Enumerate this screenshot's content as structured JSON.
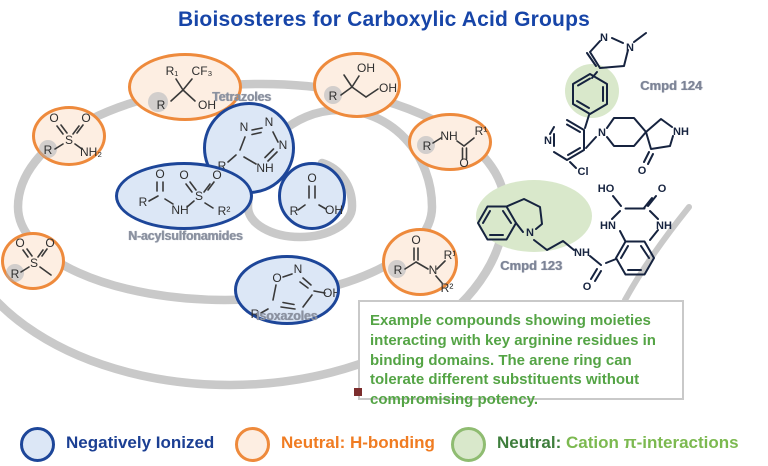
{
  "title": "Bioisosteres for Carboxylic Acid Groups",
  "colors": {
    "blue": "#1d4699",
    "orange": "#ee8a3c",
    "green": "#7cb950",
    "spiral_gray": "#c9c9c9",
    "light_blue_fill": "#dce7f6",
    "light_orange_fill": "#fdeee2",
    "light_green_fill": "#d9e8cb"
  },
  "ring_labels": {
    "tetrazoles": "Tetrazoles",
    "n_acylsulfonamides": "N-acylsulfonamides",
    "isoxazoles": "Isoxazoles"
  },
  "structures": {
    "carbinol": {
      "r1": "R₁",
      "cf3": "CF₃",
      "r": "R",
      "oh": "OH"
    },
    "sulfonamide": {
      "o1": "O",
      "o2": "O",
      "s": "S",
      "r": "R",
      "nh2": "NH₂"
    },
    "sulfone": {
      "o1": "O",
      "o2": "O",
      "s": "S",
      "r": "R"
    },
    "diol": {
      "oh1": "OH",
      "oh2": "OH",
      "r": "R"
    },
    "amide": {
      "r": "R",
      "nh": "NH",
      "o": "O",
      "r1": "R¹"
    },
    "tamide": {
      "o": "O",
      "r": "R",
      "n": "N",
      "r1": "R¹",
      "r2": "R²"
    },
    "tetrazole": {
      "n1": "N",
      "n2": "N",
      "n3": "N",
      "nh": "NH",
      "r": "R"
    },
    "acylsulfonamide": {
      "r": "R",
      "o1": "O",
      "nh": "NH",
      "s": "S",
      "o2": "O",
      "o3": "O",
      "r2": "R²"
    },
    "cacid": {
      "o": "O",
      "r": "R",
      "oh": "OH"
    },
    "isoxazole": {
      "o1": "O",
      "n": "N",
      "oh": "OH",
      "r": "R"
    }
  },
  "compounds": {
    "c124": {
      "label": "Cmpd 124",
      "atoms": {
        "n1": "N",
        "n2": "N",
        "pyn": "N",
        "cl": "Cl",
        "pipn": "N",
        "nh": "NH",
        "o": "O"
      }
    },
    "c123": {
      "label": "Cmpd 123",
      "atoms": {
        "n": "N",
        "nh": "NH",
        "o1": "O",
        "ho": "HO",
        "o2": "O",
        "hn": "HN",
        "nh2": "NH"
      }
    }
  },
  "callout": {
    "text": "Example compounds showing moieties interacting with key arginine residues in binding domains. The arene ring can tolerate different substituents without compromising potency."
  },
  "legend": {
    "item1": {
      "label": "Negatively Ionized"
    },
    "item2": {
      "label": "Neutral: H-bonding"
    },
    "item3": {
      "prefix": "Neutral: ",
      "label": "Cation π-interactions"
    }
  }
}
